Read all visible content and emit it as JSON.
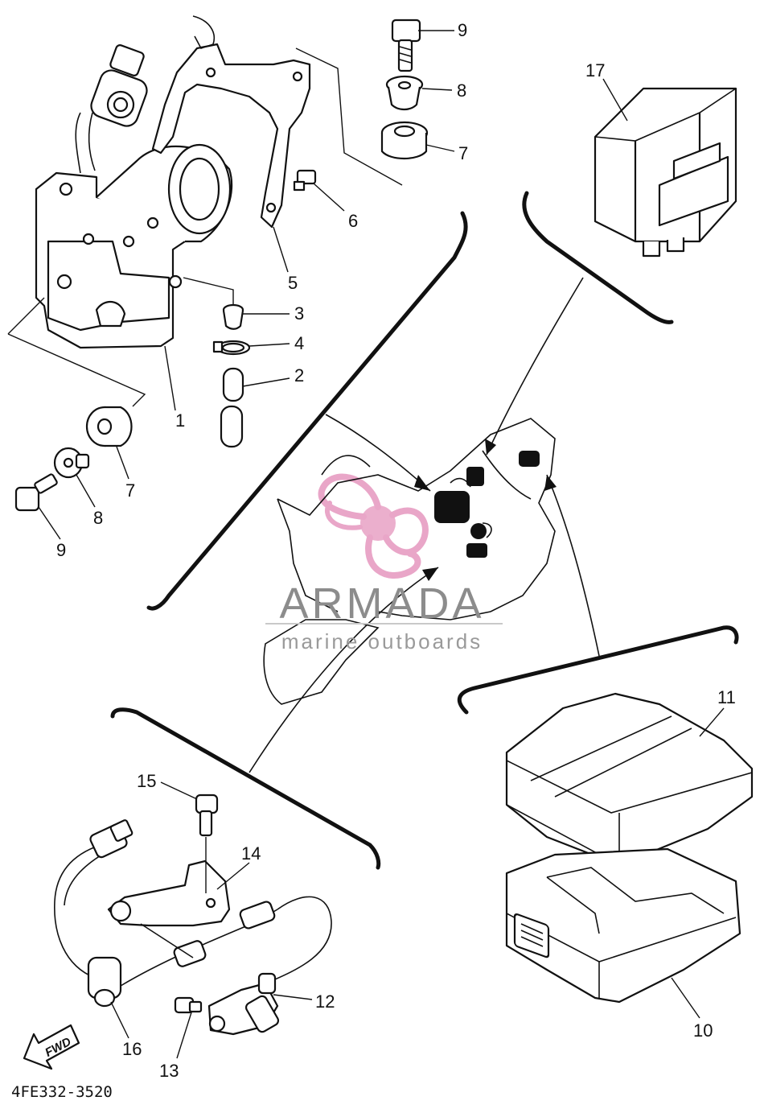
{
  "diagram": {
    "part_number": "4FE332-3520",
    "fwd_label": "FWD",
    "watermark": {
      "brand": "ARMADA",
      "tagline": "marine outboards",
      "brand_color": "#8c8c8c",
      "logo_color": "#e9a6c8"
    },
    "callouts": [
      "1",
      "2",
      "3",
      "4",
      "5",
      "6",
      "7",
      "8",
      "9",
      "7",
      "8",
      "9",
      "10",
      "11",
      "12",
      "13",
      "14",
      "15",
      "16",
      "17"
    ]
  }
}
